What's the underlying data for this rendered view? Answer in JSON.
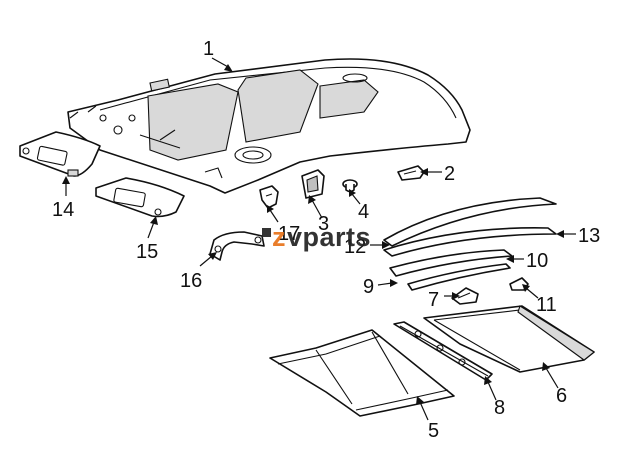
{
  "diagram": {
    "callouts": [
      "1",
      "2",
      "3",
      "4",
      "5",
      "6",
      "7",
      "8",
      "9",
      "10",
      "11",
      "12",
      "13",
      "14",
      "15",
      "16",
      "17"
    ]
  },
  "watermark": {
    "brand_prefix": "z",
    "brand_main": "vparts",
    "brand_color": "#e8731a"
  }
}
